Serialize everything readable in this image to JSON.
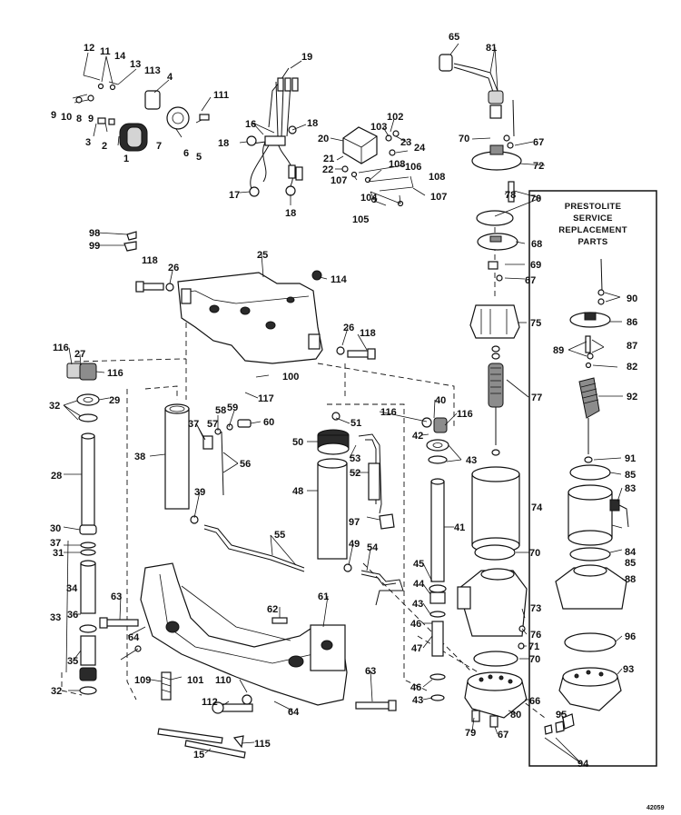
{
  "diagram": {
    "service_box": {
      "title_line1": "PRESTOLITE",
      "title_line2": "SERVICE",
      "title_line3": "REPLACEMENT",
      "title_line4": "PARTS"
    },
    "catalog_code": "42059",
    "callouts": [
      "1",
      "2",
      "3",
      "4",
      "5",
      "6",
      "7",
      "8",
      "9",
      "9",
      "10",
      "11",
      "12",
      "13",
      "14",
      "113",
      "111",
      "15",
      "16",
      "17",
      "18",
      "18",
      "18",
      "19",
      "20",
      "21",
      "22",
      "23",
      "24",
      "25",
      "26",
      "26",
      "27",
      "28",
      "29",
      "30",
      "31",
      "32",
      "32",
      "33",
      "34",
      "35",
      "36",
      "37",
      "37",
      "38",
      "39",
      "40",
      "41",
      "42",
      "43",
      "43",
      "43",
      "44",
      "45",
      "46",
      "46",
      "47",
      "48",
      "49",
      "50",
      "51",
      "52",
      "53",
      "54",
      "55",
      "56",
      "57",
      "58",
      "59",
      "60",
      "61",
      "62",
      "63",
      "63",
      "64",
      "64",
      "65",
      "66",
      "67",
      "67",
      "67",
      "68",
      "69",
      "70",
      "70",
      "70",
      "70",
      "71",
      "72",
      "73",
      "74",
      "75",
      "76",
      "77",
      "78",
      "79",
      "80",
      "81",
      "82",
      "83",
      "84",
      "85",
      "85",
      "86",
      "87",
      "88",
      "89",
      "90",
      "91",
      "92",
      "93",
      "94",
      "95",
      "96",
      "97",
      "98",
      "99",
      "100",
      "101",
      "102",
      "103",
      "104",
      "105",
      "106",
      "107",
      "107",
      "108",
      "108",
      "109",
      "110",
      "112",
      "114",
      "115",
      "116",
      "116",
      "116",
      "116",
      "117",
      "118",
      "118"
    ]
  }
}
